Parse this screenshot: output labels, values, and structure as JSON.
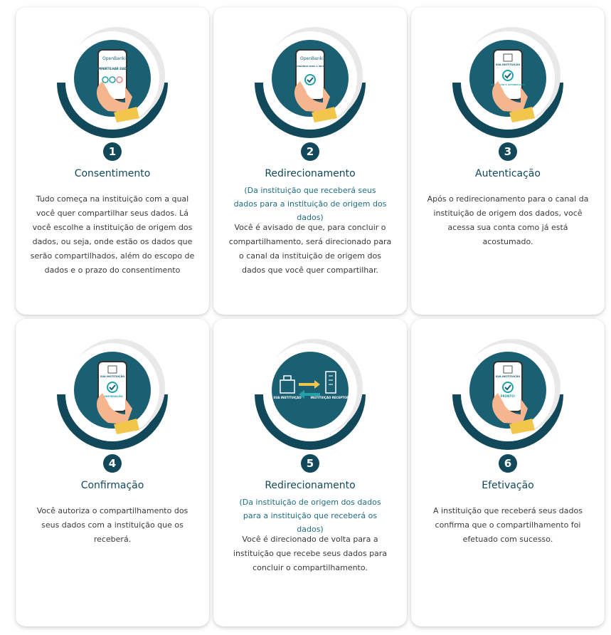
{
  "steps": [
    {
      "number": "1",
      "title": "Consentimento",
      "subtitle": "",
      "description": "Tudo começa na instituição com a qual você quer compartilhar seus dados. Lá você escolhe a instituição de origem dos dados, ou seja, onde estão os dados que serão compartilhados, além do escopo de dados e o prazo do consentimento",
      "illustration": "phone-hand-icon",
      "screen": {
        "brand": "OpenBanking",
        "text": "COMPARTILHAR DADOS"
      }
    },
    {
      "number": "2",
      "title": "Redirecionamento",
      "subtitle": "(Da instituição que receberá seus dados para a instituição de origem dos dados)",
      "description": "Você é avisado de que, para concluir o compartilhamento, será direcionado para o canal da instituição de origem dos dados que você quer compartilhar.",
      "illustration": "phone-hand-icon",
      "screen": {
        "brand": "OpenBanking",
        "text": "REDIRECIONANDO PARA A INSTITUIÇÃO"
      }
    },
    {
      "number": "3",
      "title": "Autenticação",
      "subtitle": "",
      "description": "Após o redirecionamento para o canal da instituição de origem dos dados, você acessa sua conta como já está acostumado.",
      "illustration": "phone-hand-icon",
      "screen": {
        "brand": "SUA INSTITUIÇÃO",
        "text": "VALIDAÇÃO E AUTORIZAÇÃO"
      }
    },
    {
      "number": "4",
      "title": "Confirmação",
      "subtitle": "",
      "description": "Você autoriza o compartilhamento dos seus dados com a instituição que os receberá.",
      "illustration": "phone-hand-icon",
      "screen": {
        "brand": "SUA INSTITUIÇÃO",
        "text": "CONFIRMAÇÃO"
      }
    },
    {
      "number": "5",
      "title": "Redirecionamento",
      "subtitle": "(Da instituição de origem dos dados para a instituição que receberá os dados)",
      "description": "Você é direcionado de volta para a instituição que recebe seus dados para concluir o compartilhamento.",
      "illustration": "bank-transfer-icon",
      "screen": {
        "brand": "SUA INSTITUIÇÃO",
        "text": "INSTITUIÇÃO RECEPTORA"
      }
    },
    {
      "number": "6",
      "title": "Efetivação",
      "subtitle": "",
      "description": "A instituição que receberá seus dados confirma que o compartilhamento foi efetuado com sucesso.",
      "illustration": "phone-hand-icon",
      "screen": {
        "brand": "SUA INSTITUIÇÃO",
        "text": "PRONTO!"
      }
    }
  ],
  "colors": {
    "primary": "#11495a",
    "circle": "#1b5f73",
    "accent_teal": "#1fa3a8",
    "hand": "#f4b58f",
    "sleeve": "#f1c64a"
  }
}
